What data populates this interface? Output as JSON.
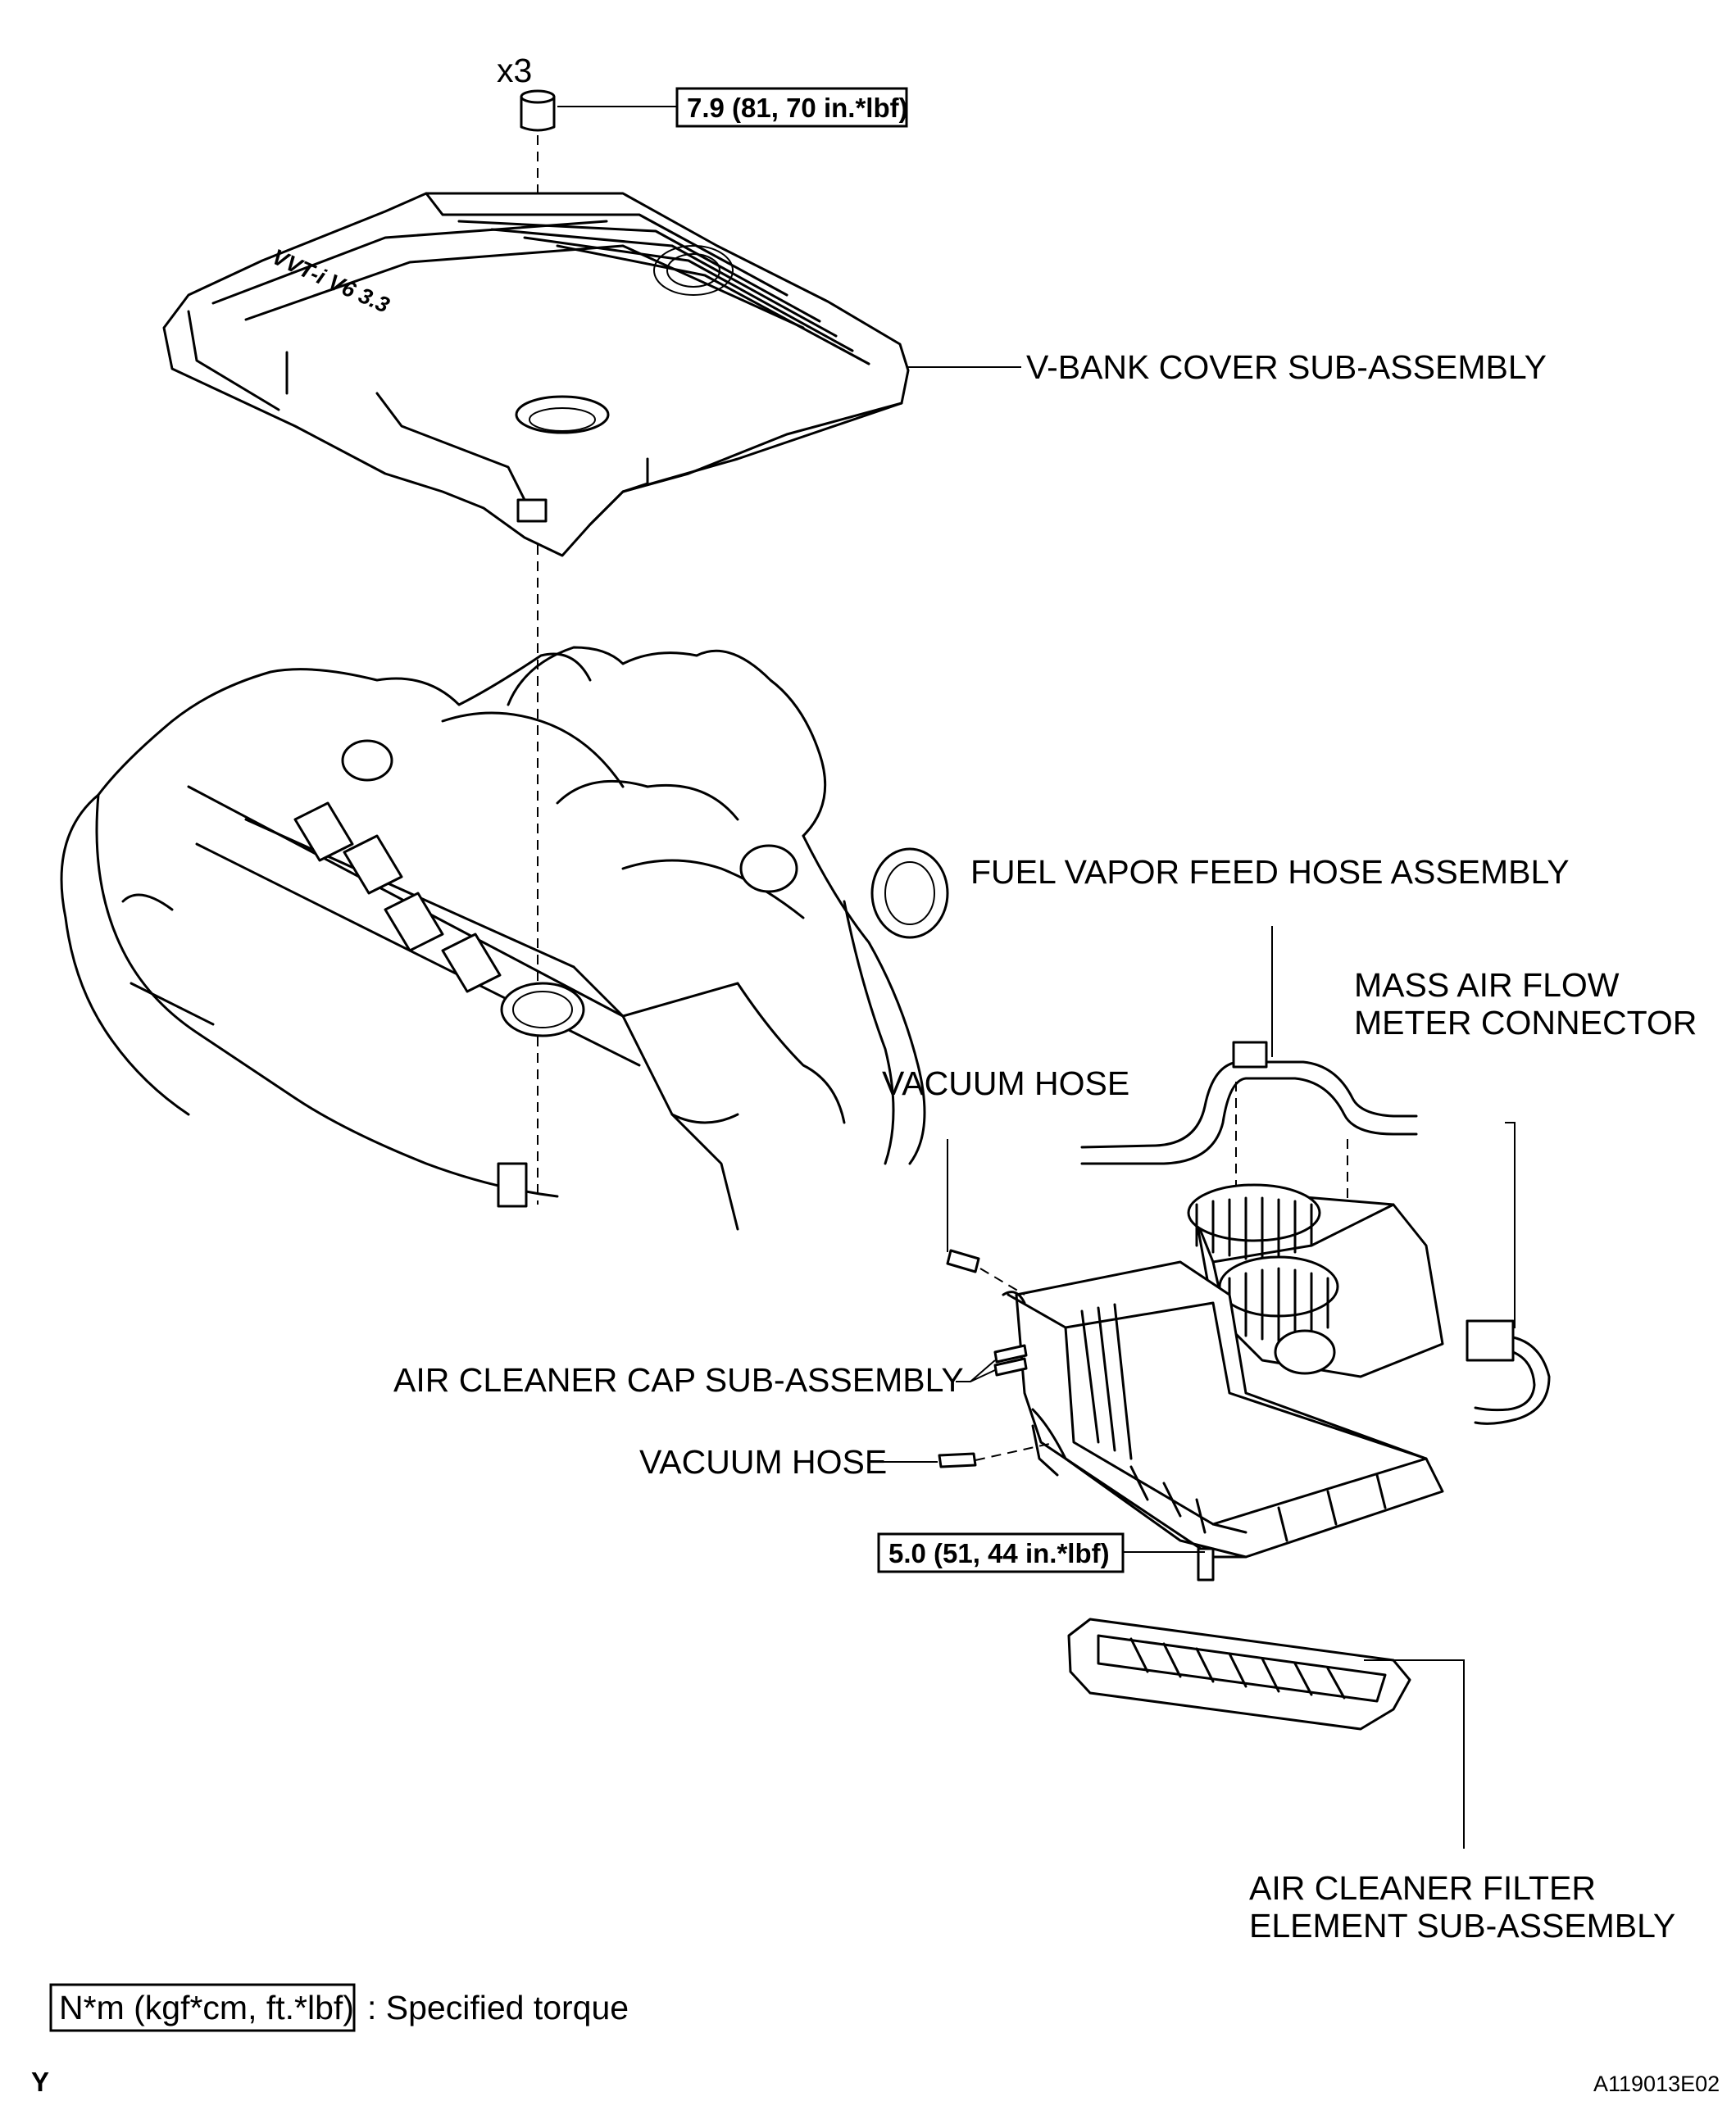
{
  "labels": {
    "qty": "x3",
    "torque_top": "7.9 (81, 70 in.*lbf)",
    "vbank_cover": "V-BANK COVER SUB-ASSEMBLY",
    "fuel_vapor": "FUEL VAPOR FEED HOSE ASSEMBLY",
    "maf_line1": "MASS AIR FLOW",
    "maf_line2": "METER CONNECTOR",
    "vacuum_hose_1": "VACUUM HOSE",
    "air_cleaner_cap": "AIR CLEANER CAP SUB-ASSEMBLY",
    "vacuum_hose_2": "VACUUM HOSE",
    "torque_bottom": "5.0 (51, 44 in.*lbf)",
    "filter_line1": "AIR CLEANER FILTER",
    "filter_line2": "ELEMENT SUB-ASSEMBLY",
    "cover_emblem": "VVT-i V6 3.3"
  },
  "legend": {
    "unit_box": "N*m (kgf*cm, ft.*lbf)",
    "description": ": Specified torque"
  },
  "footer": {
    "code_left": "Y",
    "figure_id": "A119013E02"
  }
}
